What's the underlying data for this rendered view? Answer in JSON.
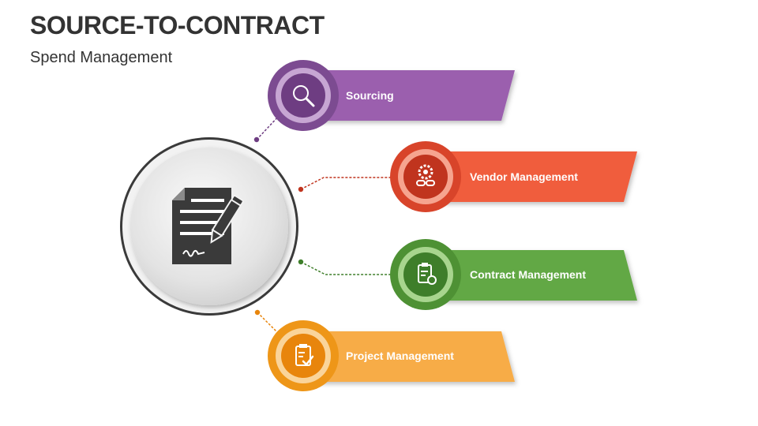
{
  "title": "SOURCE-TO-CONTRACT",
  "subtitle": "Spend Management",
  "items": [
    {
      "label": "Sourcing",
      "icon": "magnifier-icon",
      "color": "#9B5FAE",
      "dark": "#6E3D82",
      "light": "#C7A6D3"
    },
    {
      "label": "Vendor Management",
      "icon": "gear-link-icon",
      "color": "#F05D3E",
      "dark": "#C0341E",
      "light": "#F6A48F"
    },
    {
      "label": "Contract Management",
      "icon": "clipboard-gear-icon",
      "color": "#62A844",
      "dark": "#3E7E2A",
      "light": "#A8D58E"
    },
    {
      "label": "Project Management",
      "icon": "clipboard-check-icon",
      "color": "#F7AC46",
      "dark": "#E8850C",
      "light": "#FAD49A"
    }
  ],
  "center": {
    "icon": "contract-signing-icon"
  }
}
